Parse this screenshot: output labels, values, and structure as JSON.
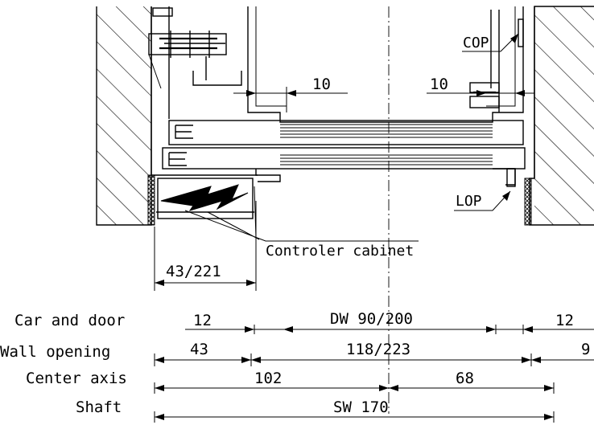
{
  "annotations": {
    "cop": "COP",
    "lop": "LOP",
    "controller": "Controler cabinet",
    "gap_left": "10",
    "gap_right": "10",
    "cabinet_width": "43/221"
  },
  "dimension_rows": [
    {
      "label": "Car and door",
      "values": [
        "12",
        "DW 90/200",
        "12"
      ]
    },
    {
      "label": "Wall opening",
      "values": [
        "43",
        "118/223",
        "9"
      ]
    },
    {
      "label": "Center axis",
      "values": [
        "102",
        "68"
      ]
    },
    {
      "label": "Shaft",
      "values": [
        "SW 170"
      ]
    }
  ]
}
